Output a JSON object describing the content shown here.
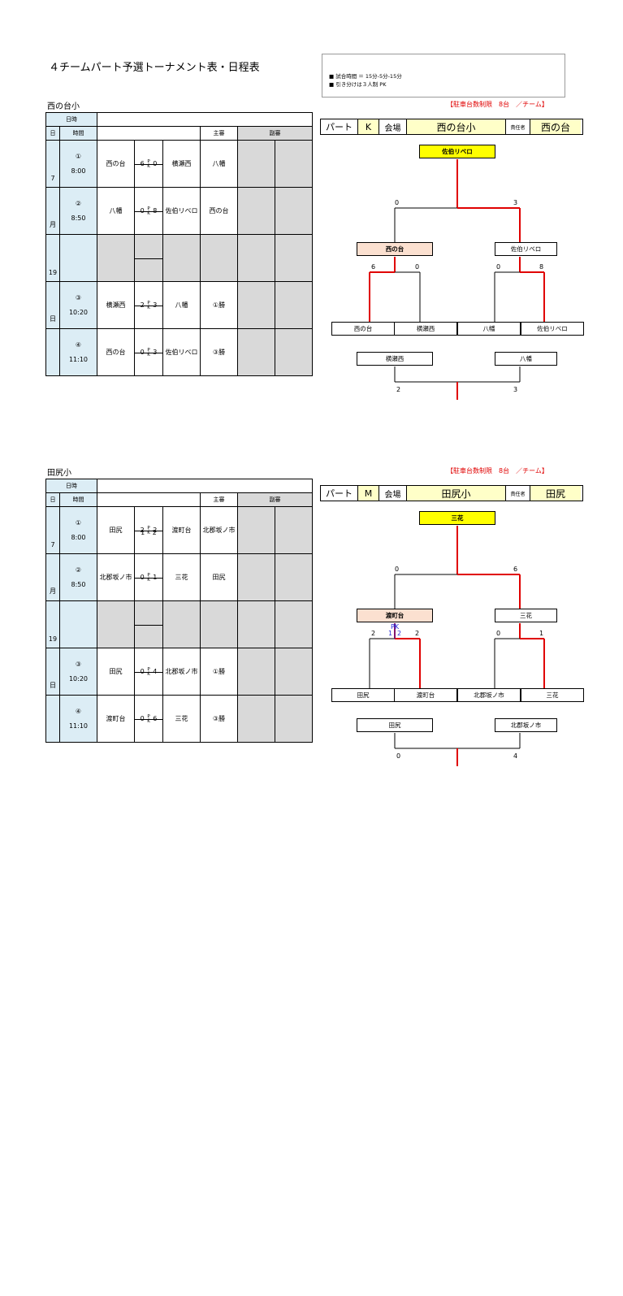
{
  "title": "４チームパート予選トーナメント表・日程表",
  "notes": [
    "■ 試合時間 ＝ 15分-5分-15分",
    "■ 引き分けは３人制 PK"
  ],
  "sections": [
    {
      "venue_label": "西の台小",
      "limit_text": "【駐車台数制限　8台　／チーム】",
      "table": {
        "header": {
          "datetime": "日時",
          "day": "日",
          "time": "時間",
          "referee": "主審",
          "sub_referee": "副審"
        },
        "date_chars": [
          "7",
          "月",
          "19",
          "日"
        ],
        "games": [
          {
            "no": "①",
            "time": "8:00",
            "team_a": "西の台",
            "score_a": "6",
            "score_b": "0",
            "pk_label": [
              "P",
              "K"
            ],
            "pk_a": "",
            "pk_b": "",
            "team_b": "横瀬西",
            "referee": "八幡"
          },
          {
            "no": "②",
            "time": "8:50",
            "team_a": "八幡",
            "score_a": "0",
            "score_b": "8",
            "pk_label": [
              "P",
              "K"
            ],
            "pk_a": "",
            "pk_b": "",
            "team_b": "佐伯リベロ",
            "referee": "西の台"
          },
          {
            "no": "③",
            "time": "10:20",
            "team_a": "横瀬西",
            "score_a": "2",
            "score_b": "3",
            "pk_label": [
              "P",
              "K"
            ],
            "pk_a": "",
            "pk_b": "",
            "team_b": "八幡",
            "referee": "①勝"
          },
          {
            "no": "④",
            "time": "11:10",
            "team_a": "西の台",
            "score_a": "0",
            "score_b": "3",
            "pk_label": [
              "P",
              "K"
            ],
            "pk_a": "",
            "pk_b": "",
            "team_b": "佐伯リベロ",
            "referee": "③勝"
          }
        ]
      },
      "bracket_header": {
        "part_label": "パート",
        "part": "K",
        "venue_label": "会場",
        "venue": "西の台小",
        "manager_label": "責任者",
        "manager": "西の台"
      },
      "bracket": {
        "winner": "佐伯リベロ",
        "semi_left": "西の台",
        "semi_right": "佐伯リベロ",
        "final_left_score": "0",
        "final_right_score": "3",
        "r1_scores": [
          "6",
          "0",
          "0",
          "8"
        ],
        "teams": [
          "西の台",
          "横瀬西",
          "八幡",
          "佐伯リベロ"
        ],
        "third_left": "横瀬西",
        "third_right": "八幡",
        "third_left_score": "2",
        "third_right_score": "3",
        "pk_note": "",
        "pk_scores": [
          "",
          ""
        ]
      }
    },
    {
      "venue_label": "田尻小",
      "limit_text": "【駐車台数制限　8台　／チーム】",
      "table": {
        "header": {
          "datetime": "日時",
          "day": "日",
          "time": "時間",
          "referee": "主審",
          "sub_referee": "副審"
        },
        "date_chars": [
          "7",
          "月",
          "19",
          "日"
        ],
        "games": [
          {
            "no": "①",
            "time": "8:00",
            "team_a": "田尻",
            "score_a": "2",
            "score_b": "2",
            "pk_label": [
              "P",
              "K"
            ],
            "pk_a": "1",
            "pk_b": "2",
            "team_b": "渡町台",
            "referee": "北郡坂ノ市"
          },
          {
            "no": "②",
            "time": "8:50",
            "team_a": "北郡坂ノ市",
            "score_a": "0",
            "score_b": "1",
            "pk_label": [
              "P",
              "K"
            ],
            "pk_a": "",
            "pk_b": "",
            "team_b": "三花",
            "referee": "田尻"
          },
          {
            "no": "③",
            "time": "10:20",
            "team_a": "田尻",
            "score_a": "0",
            "score_b": "4",
            "pk_label": [
              "P",
              "K"
            ],
            "pk_a": "",
            "pk_b": "",
            "team_b": "北郡坂ノ市",
            "referee": "①勝"
          },
          {
            "no": "④",
            "time": "11:10",
            "team_a": "渡町台",
            "score_a": "0",
            "score_b": "6",
            "pk_label": [
              "P",
              "K"
            ],
            "pk_a": "",
            "pk_b": "",
            "team_b": "三花",
            "referee": "③勝"
          }
        ]
      },
      "bracket_header": {
        "part_label": "パート",
        "part": "M",
        "venue_label": "会場",
        "venue": "田尻小",
        "manager_label": "責任者",
        "manager": "田尻"
      },
      "bracket": {
        "winner": "三花",
        "semi_left": "渡町台",
        "semi_right": "三花",
        "final_left_score": "0",
        "final_right_score": "6",
        "r1_scores": [
          "2",
          "2",
          "0",
          "1"
        ],
        "teams": [
          "田尻",
          "渡町台",
          "北郡坂ノ市",
          "三花"
        ],
        "third_left": "田尻",
        "third_right": "北郡坂ノ市",
        "third_left_score": "0",
        "third_right_score": "4",
        "pk_note": "PK",
        "pk_scores": [
          "1",
          "2"
        ]
      }
    }
  ],
  "colors": {
    "accent_red": "#e00000",
    "winner_yellow": "#ffff00",
    "header_yellow": "#ffffc8",
    "semi_peach": "#fbe0d0",
    "date_blue": "#dcedf5",
    "blank_grey": "#d9d9d9",
    "pk_blue": "#2a2ad8"
  }
}
